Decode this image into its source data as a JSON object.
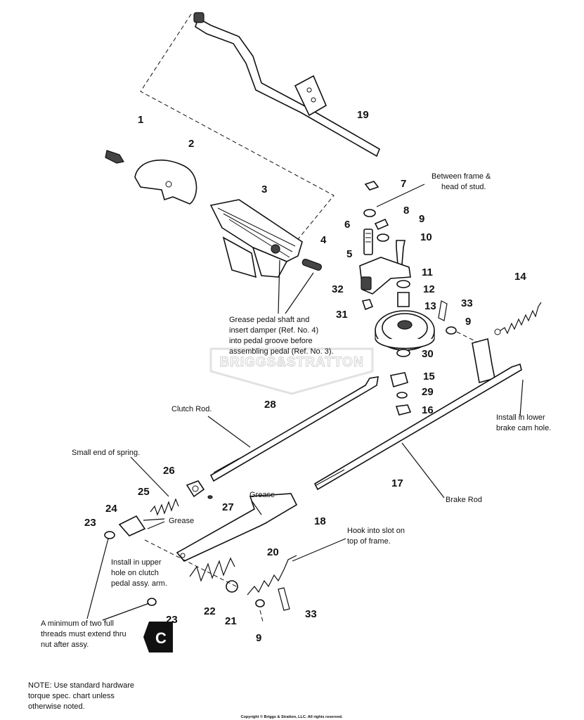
{
  "callouts": [
    "1",
    "2",
    "3",
    "4",
    "5",
    "6",
    "7",
    "8",
    "9",
    "10",
    "11",
    "12",
    "13",
    "14",
    "15",
    "16",
    "17",
    "18",
    "19",
    "20",
    "21",
    "22",
    "23",
    "24",
    "25",
    "26",
    "27",
    "28",
    "29",
    "30",
    "31",
    "32",
    "33",
    "9",
    "23",
    "33",
    "9"
  ],
  "notes": {
    "between_frame": [
      "Between frame &",
      "head of stud."
    ],
    "grease_pedal": [
      "Grease pedal shaft and",
      "insert damper (Ref. No. 4)",
      "into pedal groove before",
      "assembling pedal (Ref. No. 3)."
    ],
    "clutch_rod": "Clutch Rod.",
    "install_lower": [
      "Install in lower",
      "brake cam hole."
    ],
    "small_end": "Small end of spring.",
    "grease_18": "Grease",
    "grease_24": "Grease",
    "hook_slot": [
      "Hook into slot on",
      "top of frame."
    ],
    "brake_rod": "Brake Rod",
    "install_upper": [
      "Install in upper",
      "hole on clutch",
      "pedal assy. arm."
    ],
    "min_threads": [
      "A minimum of two full",
      "threads must extend thru",
      "nut after assy."
    ],
    "note_bottom": [
      "NOTE: Use standard hardware",
      "torque spec. chart unless",
      "otherwise noted."
    ],
    "section_badge": "C",
    "copyright": "Copyright © Briggs & Stratton, LLC. All rights reserved.",
    "watermark": "BRIGGS&STRATTON"
  },
  "colors": {
    "ink": "#111111",
    "paper": "#ffffff",
    "watermark": "#d8d8d8"
  }
}
